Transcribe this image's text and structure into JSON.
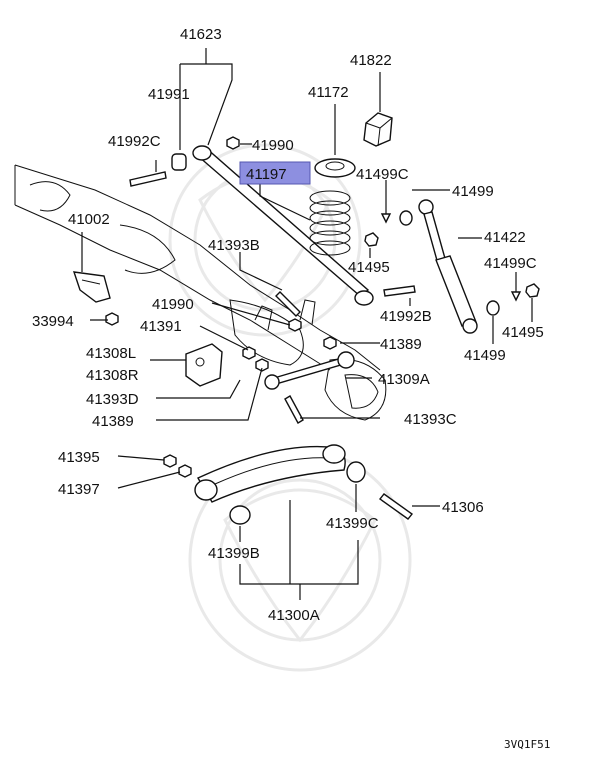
{
  "labels": {
    "p41623": "41623",
    "p41822": "41822",
    "p41991": "41991",
    "p41172": "41172",
    "p41992C": "41992C",
    "p41990_top": "41990",
    "p41197": "41197",
    "p41499C_top": "41499C",
    "p41499_top": "41499",
    "p41002": "41002",
    "p41422": "41422",
    "p41393B": "41393B",
    "p41495_left": "41495",
    "p41499C_right": "41499C",
    "p41990_mid": "41990",
    "p41992B": "41992B",
    "p33994": "33994",
    "p41495_right": "41495",
    "p41391": "41391",
    "p41389_top": "41389",
    "p41499_bottom": "41499",
    "p41308L": "41308L",
    "p41308R": "41308R",
    "p41309A": "41309A",
    "p41393D": "41393D",
    "p41389_bottom": "41389",
    "p41393C": "41393C",
    "p41395": "41395",
    "p41397": "41397",
    "p41306": "41306",
    "p41399C": "41399C",
    "p41399B": "41399B",
    "p41300A": "41300A"
  },
  "diagram_code": "3VQ1F51",
  "highlight_color": "#8d8fe0"
}
